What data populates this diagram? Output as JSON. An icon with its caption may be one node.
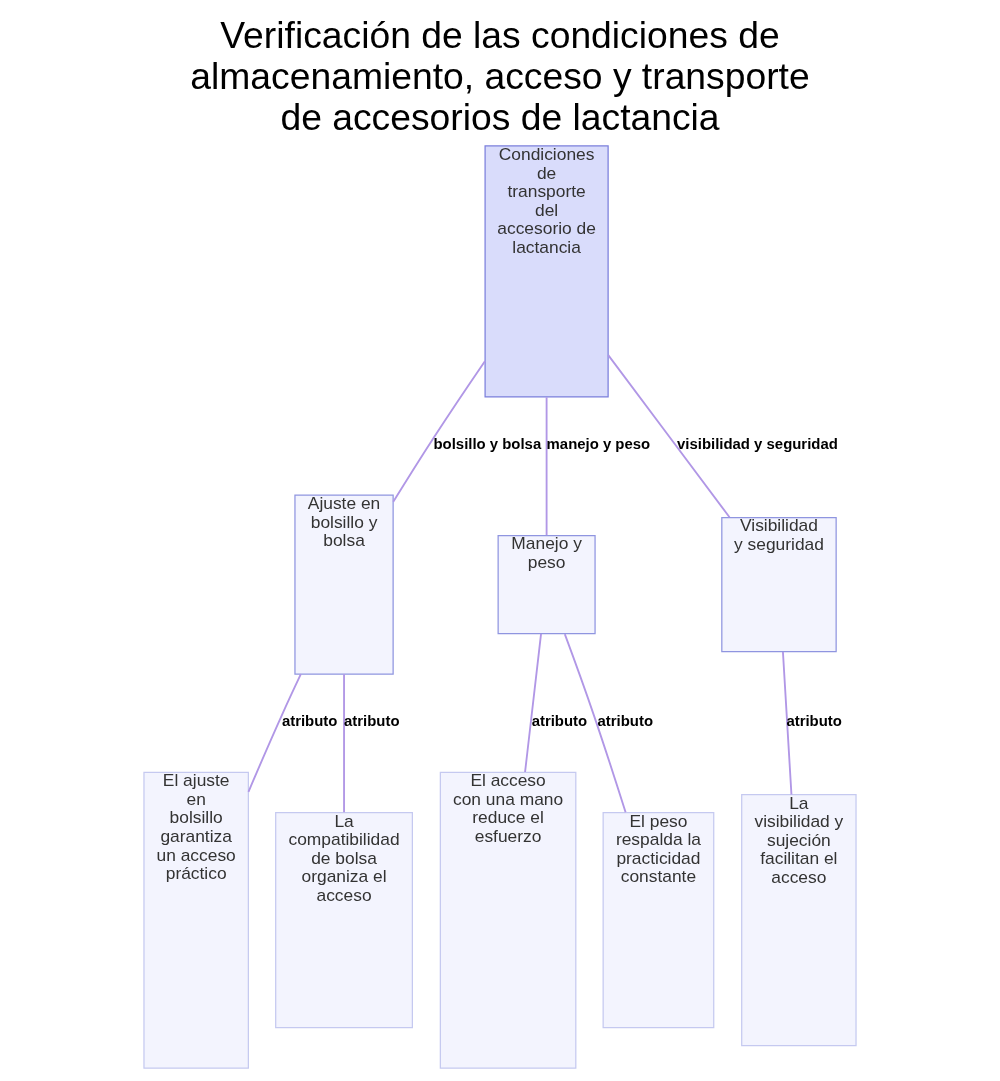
{
  "diagram": {
    "title": "Verificación de las condiciones de almacenamiento, acceso y transporte de accesorios de lactancia",
    "nodes": [
      {
        "text": [
          "Condiciones de transporte del accesorio de lactancia"
        ]
      },
      {
        "text": [
          "Ajuste en bolsillo y bolsa"
        ]
      },
      {
        "text": [
          "Manejo y peso"
        ]
      },
      {
        "text": [
          "Visibilidad y seguridad"
        ]
      },
      {
        "text": [
          "El ajuste en bolsillo garantiza un acceso práctico"
        ]
      },
      {
        "text": [
          "La compatibilidad de bolsa organiza el acceso"
        ]
      },
      {
        "text": [
          "El acceso con una mano reduce el esfuerzo"
        ]
      },
      {
        "text": [
          "El peso respalda la practicidad constante"
        ]
      },
      {
        "text": [
          "La visibilidad y sujeción facilitan el acceso"
        ]
      }
    ],
    "edges": [
      {
        "from": 0,
        "to": 1,
        "arrow": "none",
        "label": "bolsillo y bolsa"
      },
      {
        "from": 0,
        "to": 2,
        "arrow": "none",
        "label": "manejo y peso"
      },
      {
        "from": 0,
        "to": 3,
        "arrow": "none",
        "label": "visibilidad y seguridad"
      },
      {
        "from": 1,
        "to": 4,
        "arrow": "none",
        "label": "atributo"
      },
      {
        "from": 1,
        "to": 5,
        "arrow": "none",
        "label": "atributo"
      },
      {
        "from": 2,
        "to": 6,
        "arrow": "none",
        "label": "atributo"
      },
      {
        "from": 2,
        "to": 7,
        "arrow": "none",
        "label": "atributo"
      },
      {
        "from": 3,
        "to": 8,
        "arrow": "none",
        "label": "atributo"
      }
    ]
  }
}
